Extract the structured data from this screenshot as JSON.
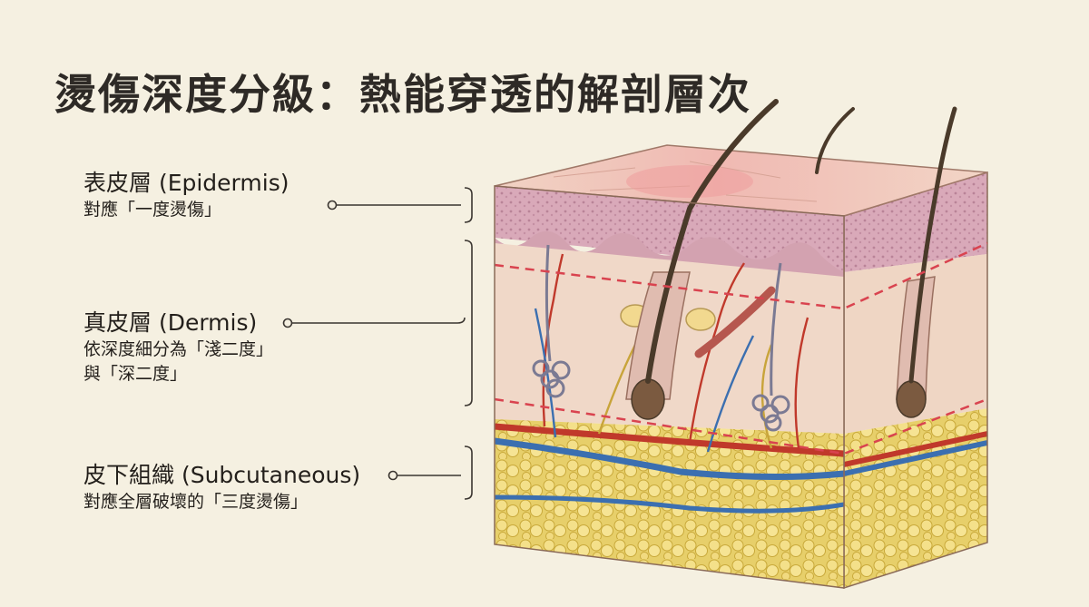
{
  "title": "燙傷深度分級：熱能穿透的解剖層次",
  "layers": [
    {
      "id": "epidermis",
      "name": "表皮層 (Epidermis)",
      "desc": [
        "對應「一度燙傷」"
      ]
    },
    {
      "id": "dermis",
      "name": "真皮層 (Dermis)",
      "desc": [
        "依深度細分為「淺二度」",
        "與「深二度」"
      ]
    },
    {
      "id": "subcutaneous",
      "name": "皮下組織 (Subcutaneous)",
      "desc": [
        "對應全層破壞的「三度燙傷」"
      ]
    }
  ],
  "colors": {
    "background": "#f5f0e1",
    "epidermis": "#e8c4bc",
    "dermis": "#f0d8c8",
    "fat": "#ecd36a",
    "artery": "#c0392b",
    "vein": "#3b6fb0",
    "depth_line": "#d9434f",
    "hair": "#4a3a2a"
  }
}
